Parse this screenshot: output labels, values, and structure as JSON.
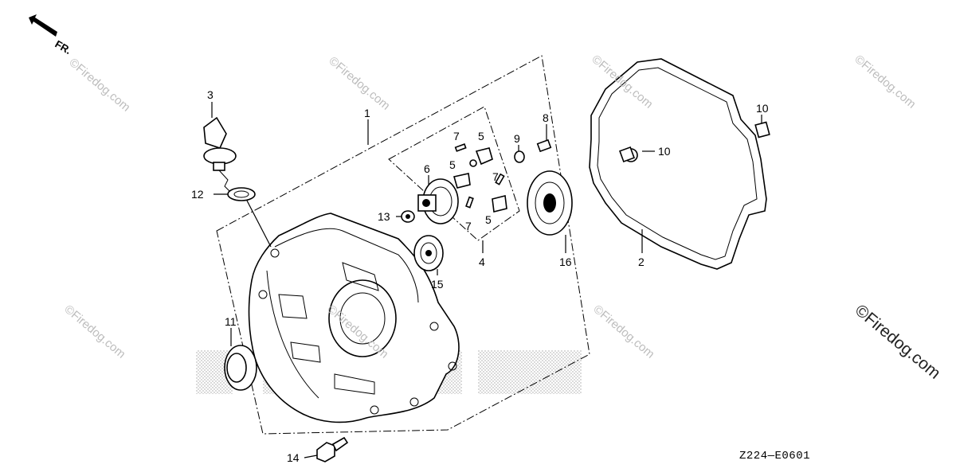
{
  "diagram": {
    "orientation_label": "FR.",
    "drawing_code": "Z224—E0601",
    "watermarks": {
      "small": "©Firedog.com",
      "large": "©Firedog.com"
    },
    "parts": {
      "p1": "1",
      "p2": "2",
      "p3": "3",
      "p4": "4",
      "p5a": "5",
      "p5b": "5",
      "p5c": "5",
      "p6": "6",
      "p7a": "7",
      "p7b": "7",
      "p7c": "7",
      "p8": "8",
      "p9": "9",
      "p10a": "10",
      "p10b": "10",
      "p11": "11",
      "p12": "12",
      "p13": "13",
      "p14": "14",
      "p15": "15",
      "p16": "16"
    }
  }
}
